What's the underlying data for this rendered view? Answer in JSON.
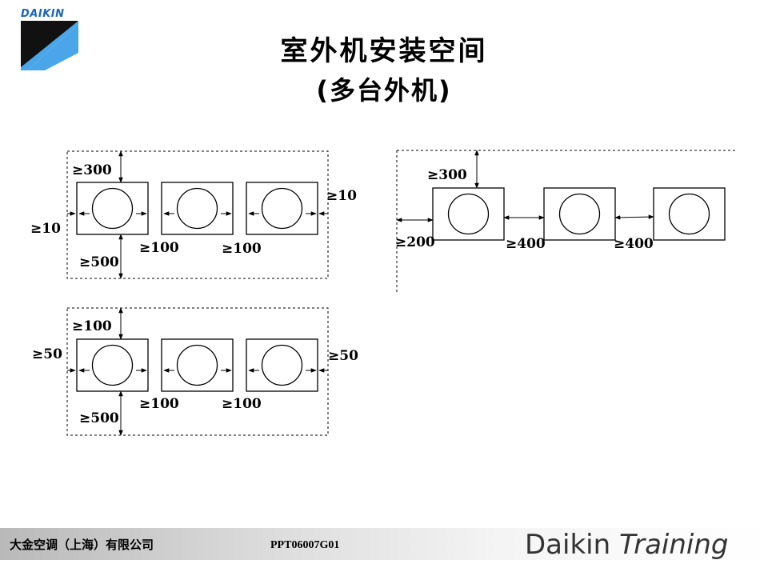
{
  "brand": {
    "logo_text": "DAIKIN",
    "accent": "#1b67b2",
    "mark_color": "#4aa6e8"
  },
  "title": {
    "line1": "室外机安装空间",
    "line2": "(多台外机)"
  },
  "diagrams": {
    "row_top_left": {
      "top": "≥300",
      "left": "≥10",
      "right": "≥10",
      "gap1": "≥100",
      "gap2": "≥100",
      "bottom": "≥500"
    },
    "row_bottom_left": {
      "top": "≥100",
      "left": "≥50",
      "right": "≥50",
      "gap1": "≥100",
      "gap2": "≥100",
      "bottom": "≥500"
    },
    "row_right": {
      "top": "≥300",
      "left": "≥200",
      "gap1": "≥400",
      "gap2": "≥400"
    }
  },
  "footer": {
    "company": "大金空调（上海）有限公司",
    "code": "PPT06007G01",
    "brand_part1": "Daikin",
    "brand_part2": "Training"
  }
}
